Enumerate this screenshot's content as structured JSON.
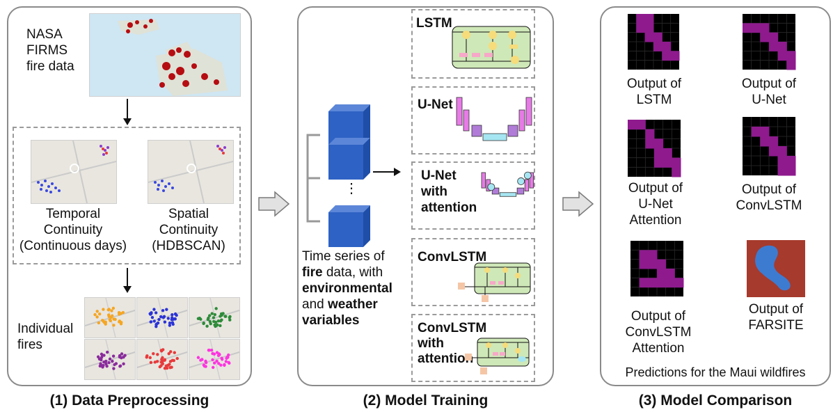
{
  "panels": {
    "preprocessing": {
      "caption": "(1) Data Preprocessing",
      "firms_label": [
        "NASA",
        "FIRMS",
        "fire data"
      ],
      "temporal_label": [
        "Temporal",
        "Continuity",
        "(Continuous days)"
      ],
      "spatial_label": [
        "Spatial",
        "Continuity",
        "(HDBSCAN)"
      ],
      "individual_label": [
        "Individual",
        "fires"
      ]
    },
    "training": {
      "caption": "(2) Model Training",
      "ellipsis": "⋮",
      "input_text": {
        "line1": "Time series of",
        "line2_bold": "fire",
        "line2_rest": " data, with",
        "line3_bold": "environmental",
        "line4_plain": "and ",
        "line4_bold": "weather",
        "line5_bold": "variables"
      },
      "models": [
        "LSTM",
        "U-Net",
        "U-Net with attention",
        "ConvLSTM",
        "ConvLSTM with attention"
      ],
      "model_lines": {
        "lstm": "LSTM",
        "unet": "U-Net",
        "unet_att": [
          "U-Net",
          "with",
          "attention"
        ],
        "convlstm": "ConvLSTM",
        "convlstm_att": [
          "ConvLSTM",
          "with",
          "attention"
        ]
      }
    },
    "comparison": {
      "caption": "(3) Model Comparison",
      "outputs": {
        "lstm": [
          "Output of",
          "LSTM"
        ],
        "unet": [
          "Output of",
          "U-Net"
        ],
        "unet_att": [
          "Output of",
          "U-Net",
          "Attention"
        ],
        "convlstm": [
          "Output of",
          "ConvLSTM"
        ],
        "convlstm_att": [
          "Output of",
          "ConvLSTM",
          "Attention"
        ],
        "farsite": [
          "Output of",
          "FARSITE"
        ]
      },
      "footer": "Predictions for the Maui wildfires"
    }
  },
  "colors": {
    "fire_purple": "#8e1a8e",
    "cube_blue": "#2e62c4",
    "farsite_bg": "#a63a2c",
    "farsite_blob": "#3d7bd1",
    "unet_pink": "#e77be6",
    "unet_purple": "#b07cd8",
    "unet_cyan": "#a6e6f2",
    "lstm_green": "#cfe8b8"
  },
  "cluster_colors": [
    "#f5a623",
    "#2b33d6",
    "#2e8b3a",
    "#8a2b9c",
    "#e8393a",
    "#ff33e0"
  ]
}
